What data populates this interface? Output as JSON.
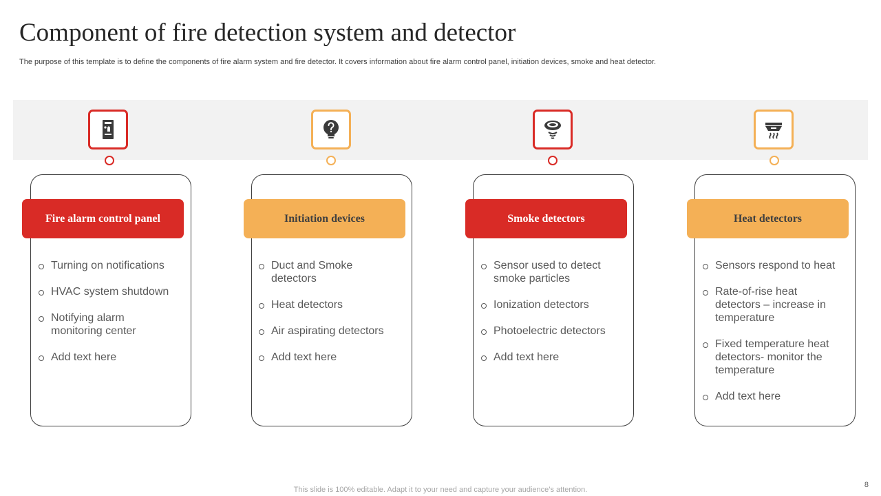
{
  "slide": {
    "title": "Component of fire detection system and detector",
    "subtitle": "The purpose of this template is  to define the components of fire alarm system  and fire detector. It covers information about fire alarm control panel, initiation devices, smoke and heat detector.",
    "footer": "This slide is 100% editable. Adapt it to your need and capture your audience’s attention.",
    "page_number": "8"
  },
  "colors": {
    "red": "#d92b26",
    "orange": "#f4b056",
    "band": "#f2f2f2"
  },
  "columns": [
    {
      "header": "Fire alarm control panel",
      "icon": "control-panel-icon",
      "accent": "red",
      "items": [
        "Turning  on notifications",
        "HVAC system shutdown",
        "Notifying alarm monitoring center",
        "Add text here"
      ]
    },
    {
      "header": "Initiation devices",
      "icon": "lightbulb-question-icon",
      "accent": "orange",
      "items": [
        "Duct and Smoke detectors",
        "Heat detectors",
        "Air aspirating detectors",
        "Add text here"
      ]
    },
    {
      "header": "Smoke detectors",
      "icon": "smoke-detector-icon",
      "accent": "red",
      "items": [
        "Sensor used to detect smoke particles",
        "Ionization  detectors",
        "Photoelectric detectors",
        "Add text here"
      ]
    },
    {
      "header": "Heat detectors",
      "icon": "heat-detector-icon",
      "accent": "orange",
      "items": [
        "Sensors respond to heat",
        "Rate-of-rise heat detectors – increase in temperature",
        "Fixed temperature heat detectors- monitor the temperature",
        "Add text here"
      ]
    }
  ]
}
